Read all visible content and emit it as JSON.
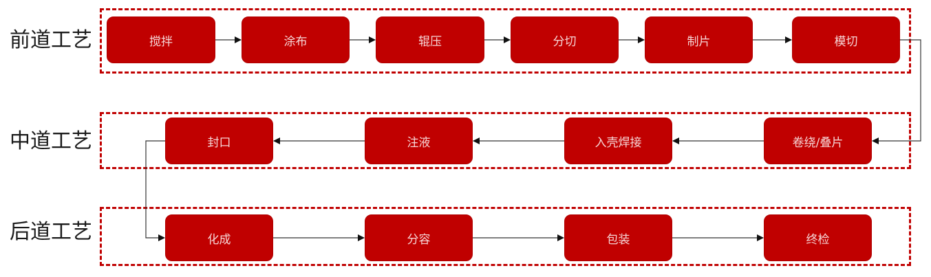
{
  "diagram": {
    "type": "process-flow",
    "colors": {
      "step_fill": "#c00000",
      "step_text": "#f6d6d6",
      "group_border": "#c00000",
      "connector": "#333333"
    },
    "stages": [
      {
        "label": "前道工艺",
        "steps": [
          "搅拌",
          "涂布",
          "辊压",
          "分切",
          "制片",
          "模切"
        ]
      },
      {
        "label": "中道工艺",
        "steps": [
          "卷绕/叠片",
          "入壳焊接",
          "注液",
          "封口"
        ]
      },
      {
        "label": "后道工艺",
        "steps": [
          "化成",
          "分容",
          "包装",
          "终检"
        ]
      }
    ]
  }
}
